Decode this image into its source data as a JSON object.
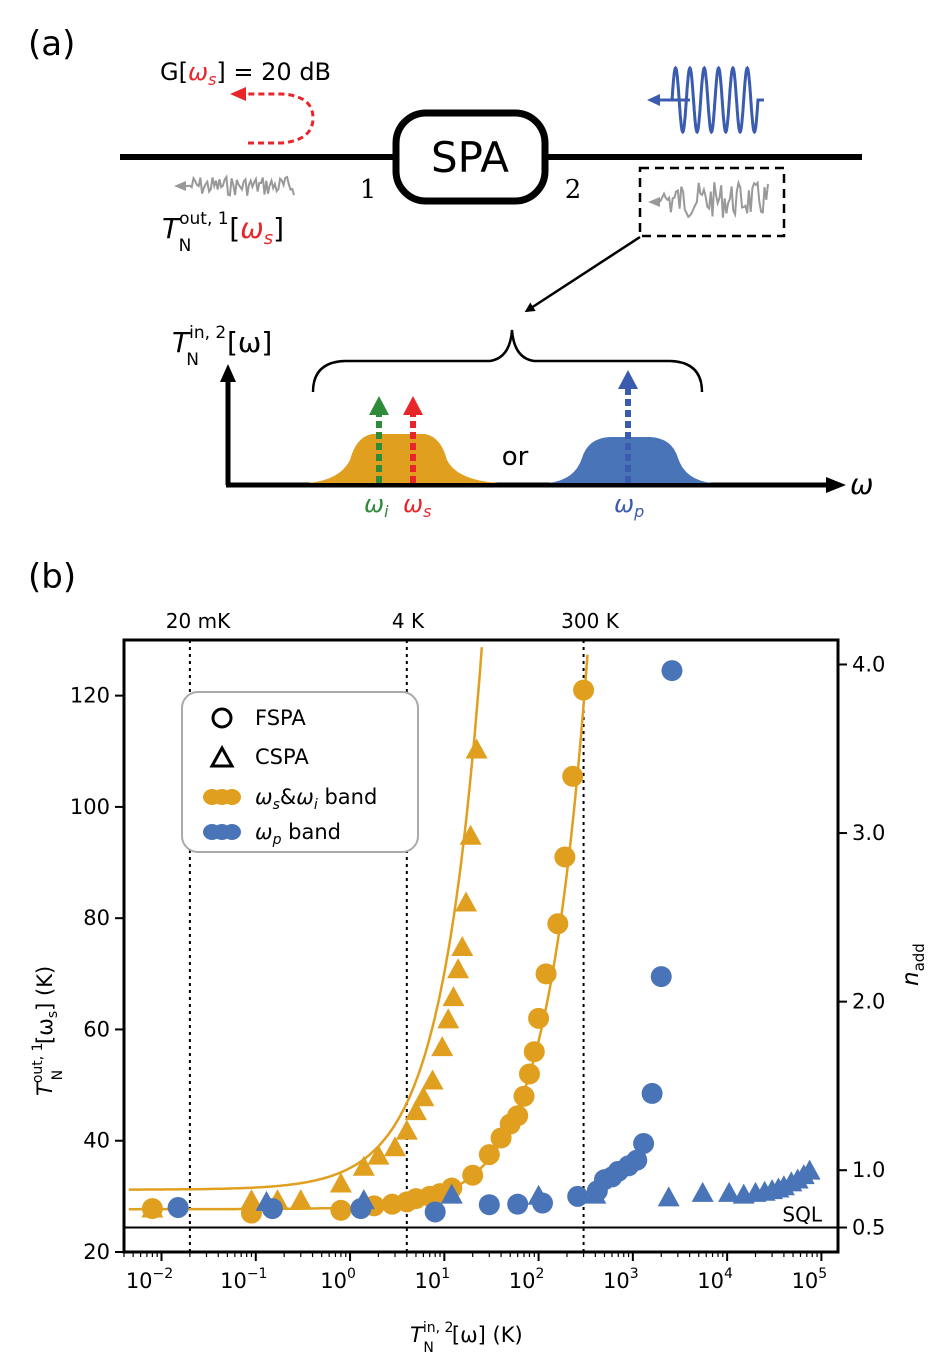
{
  "panel_a": {
    "label": "(a)",
    "gain_prefix": "G[",
    "gain_omega": "ω",
    "gain_sub": "s",
    "gain_suffix": "] = 20 dB",
    "device": "SPA",
    "port1": "1",
    "port2": "2",
    "tout_T": "T",
    "tout_sup": "out, 1",
    "tout_sub": "N",
    "tout_bracket_open": "[",
    "tout_omega": "ω",
    "tout_omega_sub": "s",
    "tout_bracket_close": "]",
    "tin_T": "T",
    "tin_sup": "in, 2",
    "tin_sub": "N",
    "tin_arg": "[ω]",
    "or_text": "or",
    "omega_axis": "ω",
    "omega_i": "ω",
    "omega_i_sub": "i",
    "omega_s": "ω",
    "omega_s_sub": "s",
    "omega_p": "ω",
    "omega_p_sub": "p",
    "colors": {
      "signal": "#e8262a",
      "idler": "#2e8b3a",
      "pump": "#3a5bb0",
      "gold": "#e09f1f",
      "blue": "#4a74b8",
      "noise": "#999999"
    }
  },
  "panel_b": {
    "label": "(b)",
    "top_labels": [
      "20 mK",
      "4 K",
      "300 K"
    ],
    "sql_label": "SQL",
    "legend": {
      "fspa": "FSPA",
      "cspa": "CSPA",
      "gold_band": "band",
      "gold_band_prefix": "ω",
      "gold_band_s": "s",
      "gold_band_amp": "&",
      "gold_band_i": "i",
      "blue_band": "band",
      "blue_band_prefix": "ω",
      "blue_band_p": "p"
    },
    "ylabel_left": {
      "T": "T",
      "sup": "out, 1",
      "sub": "N",
      "arg1": "[ω",
      "arg_sub": "s",
      "arg2": "] (K)"
    },
    "ylabel_right": {
      "n": "n",
      "sub": "add"
    },
    "xlabel": {
      "T": "T",
      "sup": "in, 2",
      "sub": "N",
      "arg": "[ω] (K)"
    }
  },
  "chart_data": {
    "type": "scatter",
    "xscale": "log",
    "xlim": [
      0.004,
      150000
    ],
    "ylim": [
      20,
      130
    ],
    "x_ticks": [
      {
        "v": 0.01,
        "b": "10",
        "e": "−2"
      },
      {
        "v": 0.1,
        "b": "10",
        "e": "−1"
      },
      {
        "v": 1,
        "b": "10",
        "e": "0"
      },
      {
        "v": 10,
        "b": "10",
        "e": "1"
      },
      {
        "v": 100,
        "b": "10",
        "e": "2"
      },
      {
        "v": 1000,
        "b": "10",
        "e": "3"
      },
      {
        "v": 10000,
        "b": "10",
        "e": "4"
      },
      {
        "v": 100000,
        "b": "10",
        "e": "5"
      }
    ],
    "y_ticks": [
      20,
      40,
      60,
      80,
      100,
      120
    ],
    "right_ticks": [
      {
        "y": 24.4,
        "label": "0.5"
      },
      {
        "y": 34.7,
        "label": "1.0"
      },
      {
        "y": 65.0,
        "label": "2.0"
      },
      {
        "y": 95.3,
        "label": "3.0"
      },
      {
        "y": 125.6,
        "label": "4.0"
      }
    ],
    "vlines": [
      0.02,
      4,
      300
    ],
    "sql_y": 24.4,
    "series": [
      {
        "name": "FSPA ωs&ωi band",
        "marker": "circle",
        "color": "#e09f1f",
        "points": [
          [
            0.008,
            27.8
          ],
          [
            0.09,
            27.0
          ],
          [
            0.8,
            27.5
          ],
          [
            1.8,
            28.3
          ],
          [
            2.8,
            28.6
          ],
          [
            4.0,
            29.0
          ],
          [
            5.0,
            29.6
          ],
          [
            7.0,
            30.0
          ],
          [
            9.0,
            30.5
          ],
          [
            12,
            31.5
          ],
          [
            20,
            33.8
          ],
          [
            30,
            37.5
          ],
          [
            40,
            40.5
          ],
          [
            50,
            43.0
          ],
          [
            60,
            44.5
          ],
          [
            70,
            48.0
          ],
          [
            80,
            52.0
          ],
          [
            90,
            56.0
          ],
          [
            100,
            62.0
          ],
          [
            120,
            70.0
          ],
          [
            160,
            79.0
          ],
          [
            190,
            91.0
          ],
          [
            230,
            105.5
          ],
          [
            300,
            121.0
          ]
        ]
      },
      {
        "name": "CSPA ωs&ωi band",
        "marker": "triangle",
        "color": "#e09f1f",
        "points": [
          [
            0.008,
            28.0
          ],
          [
            0.09,
            29.5
          ],
          [
            0.17,
            29.5
          ],
          [
            0.3,
            29.5
          ],
          [
            0.8,
            32.5
          ],
          [
            1.4,
            35.5
          ],
          [
            2.0,
            37.5
          ],
          [
            3.0,
            39.0
          ],
          [
            4.0,
            42.0
          ],
          [
            5.0,
            45.5
          ],
          [
            6.0,
            48.0
          ],
          [
            7.5,
            51.0
          ],
          [
            9.5,
            57.0
          ],
          [
            11,
            62.0
          ],
          [
            12.5,
            66.0
          ],
          [
            14,
            71.0
          ],
          [
            15.5,
            75.0
          ],
          [
            17,
            83.0
          ],
          [
            19,
            95.0
          ],
          [
            22,
            110.5
          ]
        ]
      },
      {
        "name": "FSPA ωp band",
        "marker": "circle",
        "color": "#4a74b8",
        "points": [
          [
            0.015,
            28.0
          ],
          [
            0.15,
            27.8
          ],
          [
            1.3,
            27.8
          ],
          [
            8.0,
            27.2
          ],
          [
            30,
            28.5
          ],
          [
            60,
            28.6
          ],
          [
            110,
            28.8
          ],
          [
            260,
            30.0
          ],
          [
            420,
            31.0
          ],
          [
            500,
            33.0
          ],
          [
            600,
            33.5
          ],
          [
            700,
            34.5
          ],
          [
            900,
            35.5
          ],
          [
            1100,
            36.5
          ],
          [
            1300,
            39.5
          ],
          [
            1600,
            48.5
          ],
          [
            2000,
            69.5
          ],
          [
            2600,
            124.5
          ]
        ]
      },
      {
        "name": "CSPA ωp band",
        "marker": "triangle",
        "color": "#4a74b8",
        "points": [
          [
            0.13,
            29.2
          ],
          [
            1.4,
            29.5
          ],
          [
            12,
            30.5
          ],
          [
            100,
            30.3
          ],
          [
            400,
            30.5
          ],
          [
            2400,
            30.0
          ],
          [
            5500,
            30.8
          ],
          [
            10500,
            30.8
          ],
          [
            15000,
            30.5
          ],
          [
            20000,
            30.8
          ],
          [
            25000,
            31.0
          ],
          [
            30000,
            31.3
          ],
          [
            35000,
            31.6
          ],
          [
            40000,
            32.0
          ],
          [
            48000,
            32.7
          ],
          [
            56000,
            33.2
          ],
          [
            65000,
            34.0
          ],
          [
            75000,
            34.8
          ]
        ]
      }
    ],
    "fits": [
      {
        "name": "CSPA fit",
        "color": "#e09f1f",
        "T0": 31.2,
        "k": 3.9,
        "xmin": 0.0045,
        "xmax": 25
      },
      {
        "name": "FSPA fit",
        "color": "#e09f1f",
        "T0": 27.7,
        "k": 0.302,
        "xmin": 0.0045,
        "xmax": 330
      }
    ]
  }
}
